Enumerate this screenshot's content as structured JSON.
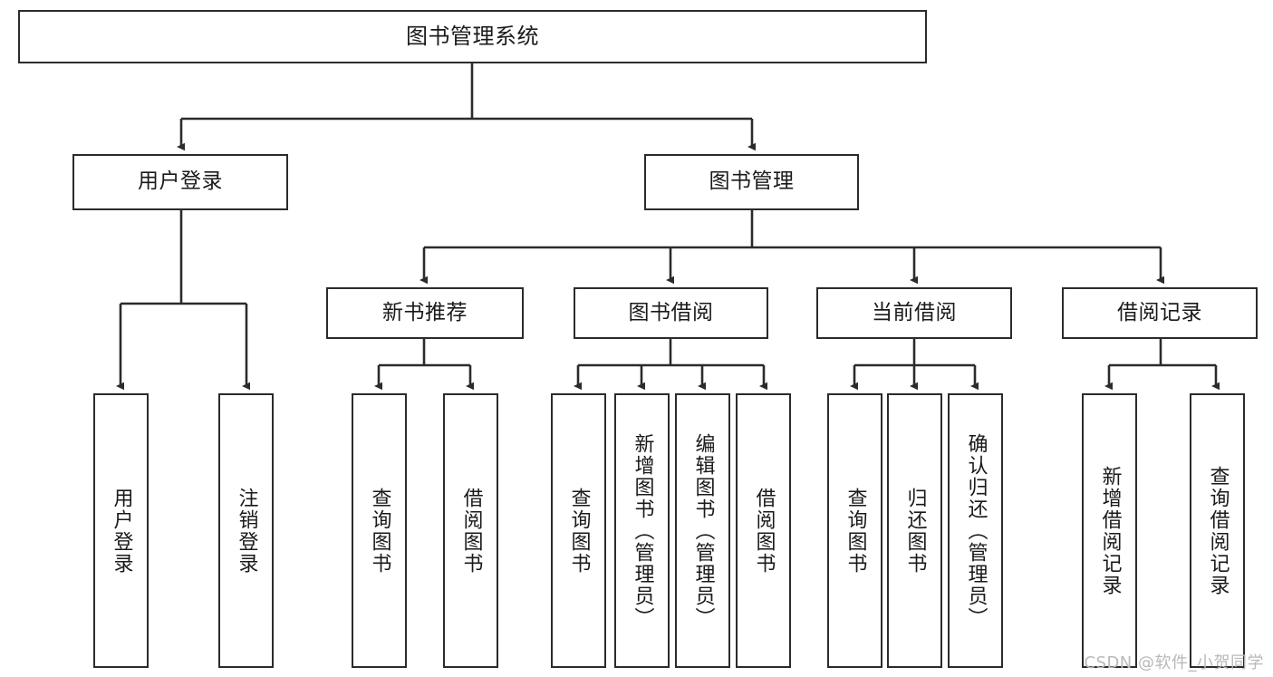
{
  "diagram": {
    "title": "图书管理系统",
    "type": "tree-hierarchy",
    "orientation": "top-down",
    "colors": {
      "box_border": "#2b2b2b",
      "box_fill": "#ffffff",
      "edge": "#2b2b2b",
      "text": "#1a1a1a",
      "watermark": "#b9b9b9"
    },
    "watermark": "CSDN @软件_小贺同学",
    "nodes": {
      "root": {
        "label": "图书管理系统"
      },
      "level2": [
        {
          "id": "user-login",
          "label": "用户登录"
        },
        {
          "id": "book-manage",
          "label": "图书管理"
        }
      ],
      "level3": [
        {
          "id": "new-book-recommend",
          "label": "新书推荐"
        },
        {
          "id": "book-borrow",
          "label": "图书借阅"
        },
        {
          "id": "current-borrow",
          "label": "当前借阅"
        },
        {
          "id": "borrow-record",
          "label": "借阅记录"
        }
      ],
      "leaves": {
        "user-login": [
          {
            "id": "leaf-user-login",
            "label": "用户登录"
          },
          {
            "id": "leaf-user-logout",
            "label": "注销登录"
          }
        ],
        "new-book-recommend": [
          {
            "id": "leaf-query-book-1",
            "label": "查询图书"
          },
          {
            "id": "leaf-borrow-book-1",
            "label": "借阅图书"
          }
        ],
        "book-borrow": [
          {
            "id": "leaf-query-book-2",
            "label": "查询图书"
          },
          {
            "id": "leaf-add-book-admin",
            "label": "新增图书（管理员）"
          },
          {
            "id": "leaf-edit-book-admin",
            "label": "编辑图书（管理员）"
          },
          {
            "id": "leaf-borrow-book-2",
            "label": "借阅图书"
          }
        ],
        "current-borrow": [
          {
            "id": "leaf-query-book-3",
            "label": "查询图书"
          },
          {
            "id": "leaf-return-book",
            "label": "归还图书"
          },
          {
            "id": "leaf-confirm-return-admin",
            "label": "确认归还（管理员）"
          }
        ],
        "borrow-record": [
          {
            "id": "leaf-add-borrow-record",
            "label": "新增借阅记录"
          },
          {
            "id": "leaf-query-borrow-record",
            "label": "查询借阅记录"
          }
        ]
      }
    }
  }
}
